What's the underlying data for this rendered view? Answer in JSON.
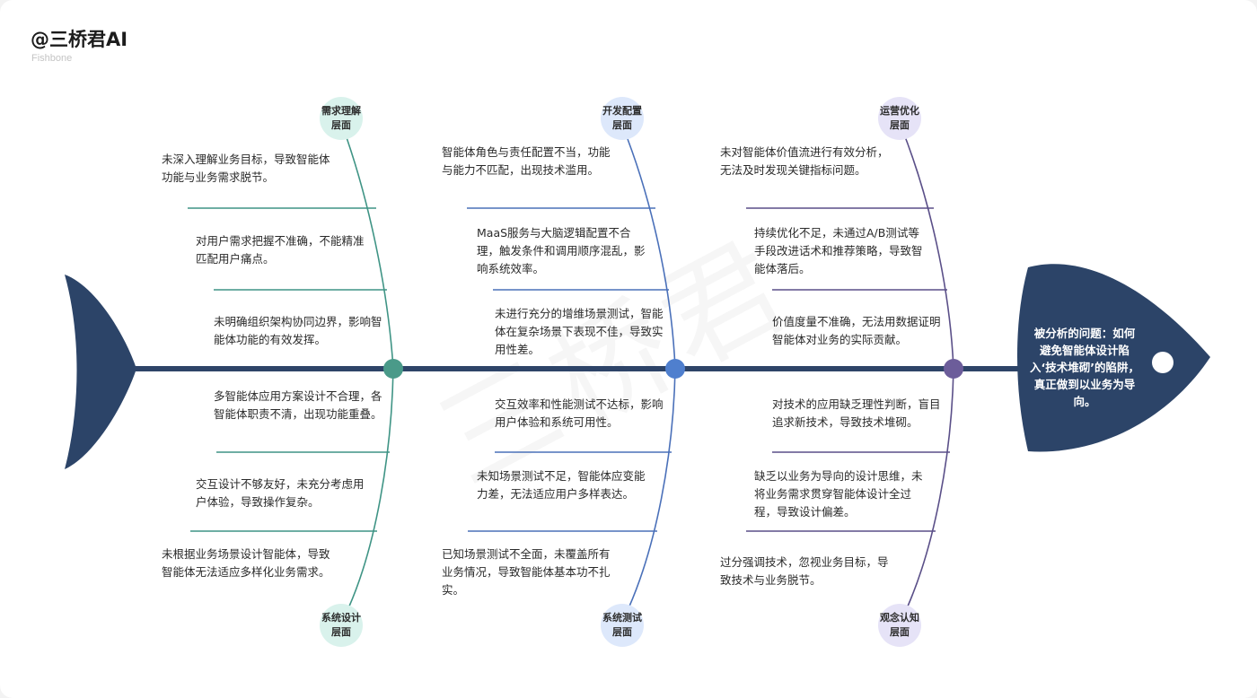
{
  "header": {
    "title": "@三桥君AI",
    "subtitle": "Fishbone"
  },
  "watermark": "三桥君",
  "problem": "被分析的问题：如何避免智能体设计陷入‘技术堆砌’的陷阱，真正做到以业务为导向。",
  "colors": {
    "spine": "#2e4468",
    "fish": "#2c4468",
    "branch_1": "#3f9485",
    "branch_2": "#4a70b9",
    "branch_3": "#5a4f88",
    "cat_1_fill": "#d9f2ec",
    "cat_2_fill": "#dde8fb",
    "cat_3_fill": "#e6e3f7"
  },
  "categories": {
    "top_1": "需求理解层面",
    "top_2": "开发配置层面",
    "top_3": "运营优化层面",
    "bottom_1": "系统设计层面",
    "bottom_2": "系统测试层面",
    "bottom_3": "观念认知层面"
  },
  "causes": {
    "b1_top": [
      "未深入理解业务目标，导致智能体功能与业务需求脱节。",
      "对用户需求把握不准确，不能精准匹配用户痛点。",
      "未明确组织架构协同边界，影响智能体功能的有效发挥。"
    ],
    "b1_bottom": [
      "多智能体应用方案设计不合理，各智能体职责不清，出现功能重叠。",
      "交互设计不够友好，未充分考虑用户体验，导致操作复杂。",
      "未根据业务场景设计智能体，导致智能体无法适应多样化业务需求。"
    ],
    "b2_top": [
      "智能体角色与责任配置不当，功能与能力不匹配，出现技术滥用。",
      "MaaS服务与大脑逻辑配置不合理，触发条件和调用顺序混乱，影响系统效率。",
      "未进行充分的增维场景测试，智能体在复杂场景下表现不佳，导致实用性差。"
    ],
    "b2_bottom": [
      "交互效率和性能测试不达标，影响用户体验和系统可用性。",
      "未知场景测试不足，智能体应变能力差，无法适应用户多样表达。",
      "已知场景测试不全面，未覆盖所有业务情况，导致智能体基本功不扎实。"
    ],
    "b3_top": [
      "未对智能体价值流进行有效分析，无法及时发现关键指标问题。",
      "持续优化不足，未通过A/B测试等手段改进话术和推荐策略，导致智能体落后。",
      "价值度量不准确，无法用数据证明智能体对业务的实际贡献。"
    ],
    "b3_bottom": [
      "对技术的应用缺乏理性判断，盲目追求新技术，导致技术堆砌。",
      "缺乏以业务为导向的设计思维，未将业务需求贯穿智能体设计全过程，导致设计偏差。",
      "过分强调技术，忽视业务目标，导致技术与业务脱节。"
    ]
  }
}
